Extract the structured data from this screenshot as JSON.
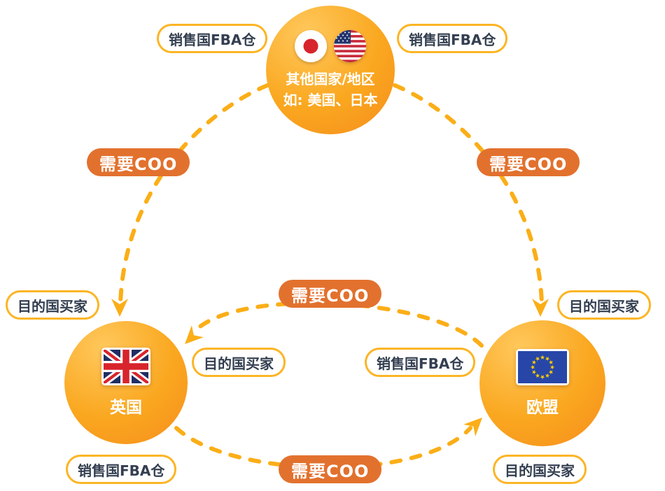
{
  "colors": {
    "accent_gold": "#FBAE17",
    "pill_border": "#FCB525",
    "badge_orange": "#E2712E",
    "text_navy": "#333F50",
    "circle_orange_light": "#FFC85C",
    "circle_orange_deep": "#F68D1E",
    "uk_flag_navy": "#1F2E64",
    "uk_flag_red": "#D8242C",
    "eu_flag_blue": "#2746A8",
    "eu_flag_star_yellow": "#FFCC00"
  },
  "nodes": {
    "other_countries": {
      "line1": "其他国家/地区",
      "line2": "如: 美国、日本",
      "flags": [
        "japan-flag",
        "usa-flag"
      ]
    },
    "uk": {
      "label": "英国",
      "flag": "uk-flag"
    },
    "eu": {
      "label": "欧盟",
      "flag": "eu-flag"
    }
  },
  "pills": {
    "top_left": "销售国FBA仓",
    "top_right": "销售国FBA仓",
    "left": "目的国买家",
    "right": "目的国买家",
    "mid_left": "目的国买家",
    "mid_right": "销售国FBA仓",
    "bottom_left": "销售国FBA仓",
    "bottom_right": "目的国买家"
  },
  "badges": {
    "left": "需要COO",
    "right": "需要COO",
    "middle": "需要COO",
    "bottom": "需要COO"
  }
}
